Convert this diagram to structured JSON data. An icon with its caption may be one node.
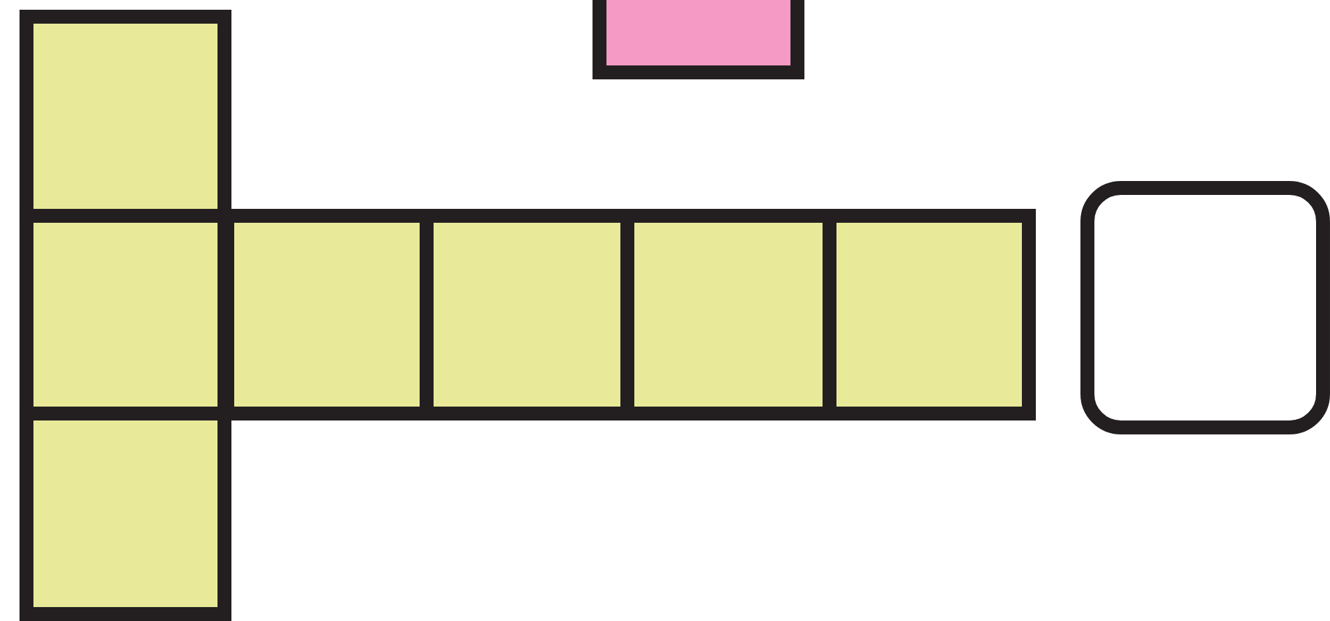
{
  "diagram": {
    "nodes": [
      {
        "text": [],
        "shape": "box"
      },
      {
        "text": [],
        "shape": "box"
      },
      {
        "text": [],
        "shape": "box"
      },
      {
        "text": [],
        "shape": "box"
      },
      {
        "text": [],
        "shape": "box"
      },
      {
        "text": [],
        "shape": "box"
      },
      {
        "text": [],
        "shape": "box"
      },
      {
        "text": [],
        "shape": "rounded"
      },
      {
        "text": [],
        "shape": "box"
      }
    ]
  }
}
